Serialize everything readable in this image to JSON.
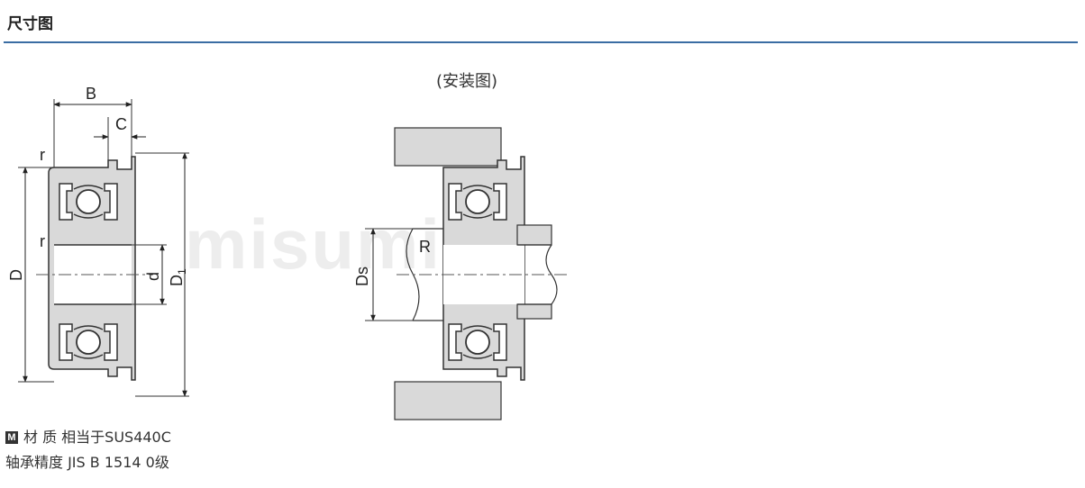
{
  "section": {
    "title": "尺寸图"
  },
  "install": {
    "caption": "(安装图)"
  },
  "watermark": "misumi",
  "drawing": {
    "labels": {
      "B": "B",
      "C": "C",
      "r_top": "r",
      "r_mid": "r",
      "D": "D",
      "d": "d",
      "D1": "D",
      "D1_sub": "1",
      "R": "R",
      "Ds": "Ds"
    }
  },
  "notes": {
    "material_badge": "M",
    "material_text": "材 质 相当于SUS440C",
    "precision_text": "轴承精度 JIS B 1514 0级"
  }
}
